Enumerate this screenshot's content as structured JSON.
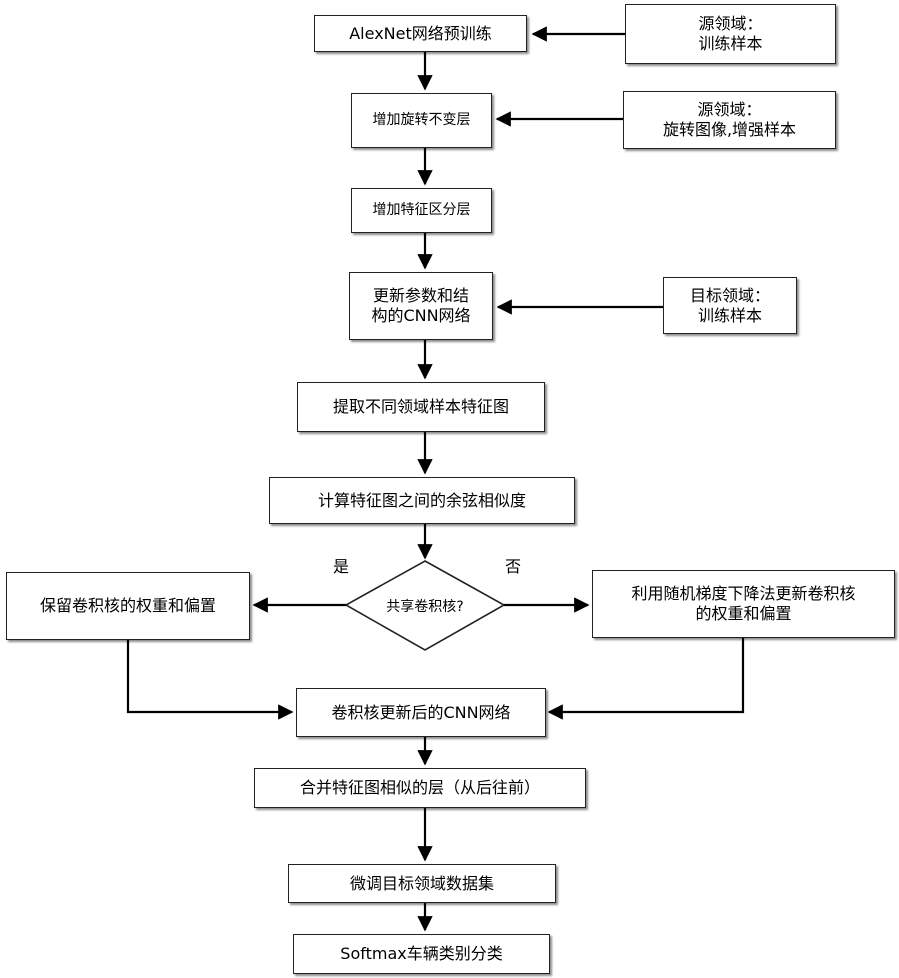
{
  "flow": {
    "step1": "AlexNet网络预训练",
    "step2": "增加旋转不变层",
    "step3": "增加特征区分层",
    "step4": [
      "更新参数和结",
      "构的CNN网络"
    ],
    "step5": "提取不同领域样本特征图",
    "step6": "计算特征图之间的余弦相似度",
    "decision": "共享卷积核?",
    "yes_label": "是",
    "no_label": "否",
    "yes_branch": "保留卷积核的权重和偏置",
    "no_branch": [
      "利用随机梯度下降法更新卷积核",
      "的权重和偏置"
    ],
    "step7": "卷积核更新后的CNN网络",
    "step8": "合并特征图相似的层（从后往前）",
    "step9": "微调目标领域数据集",
    "step10": "Softmax车辆类别分类"
  },
  "inputs": {
    "source1": [
      "源领域：",
      "训练样本"
    ],
    "source2": [
      "源领域：",
      "旋转图像,增强样本"
    ],
    "target": [
      "目标领域：",
      "训练样本"
    ]
  }
}
